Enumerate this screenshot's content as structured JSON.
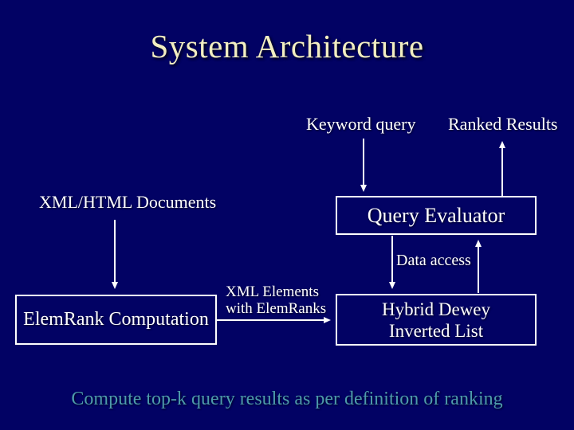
{
  "slide": {
    "title": "System Architecture",
    "labels": {
      "keyword_query": "Keyword query",
      "ranked_results": "Ranked Results",
      "xml_html_documents": "XML/HTML Documents",
      "data_access": "Data access",
      "xml_elements_line1": "XML Elements",
      "xml_elements_line2": "with ElemRanks"
    },
    "boxes": {
      "query_evaluator": "Query Evaluator",
      "elemrank_computation": "ElemRank Computation",
      "hybrid_dewey_line1": "Hybrid Dewey",
      "hybrid_dewey_line2": "Inverted List"
    },
    "footer": "Compute top-k query results as per definition of ranking",
    "colors": {
      "background": "#020264",
      "title_text": "#f2eec1",
      "body_text": "#ffffff",
      "footer_text": "#4d9bab",
      "box_border": "#ffffff",
      "arrow": "#ffffff"
    }
  }
}
